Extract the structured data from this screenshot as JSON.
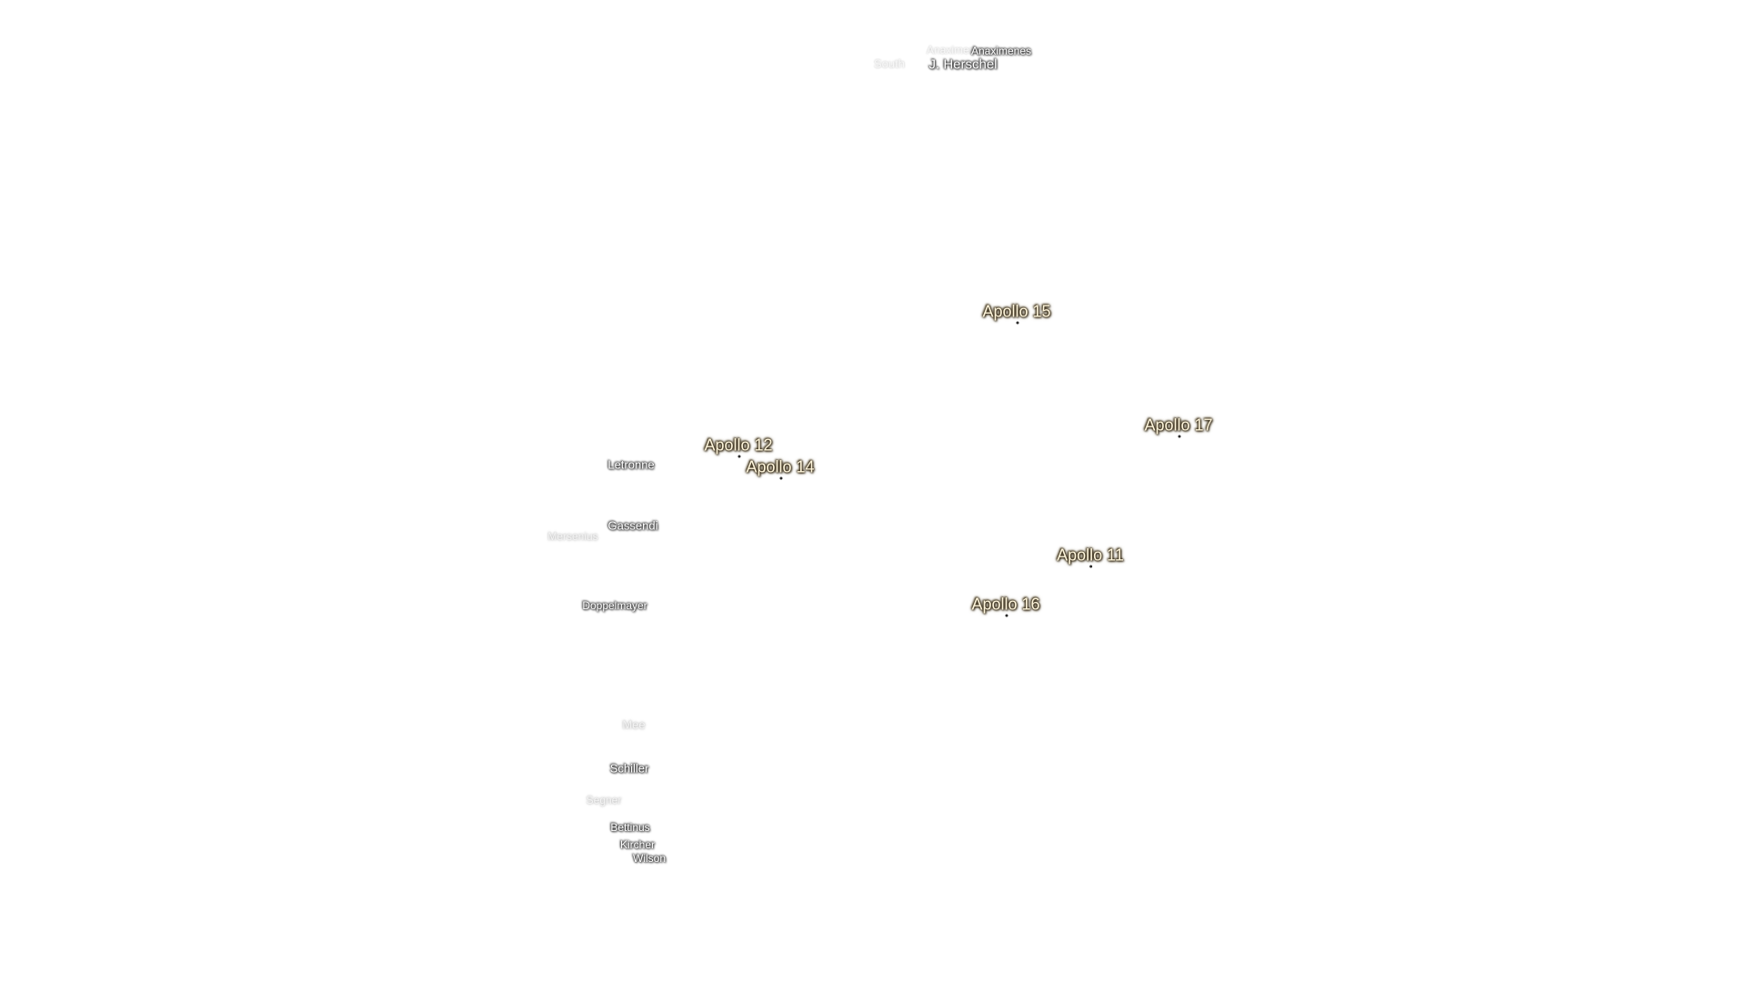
{
  "apollo_sites": [
    {
      "id": "apollo-15",
      "label": "Apollo 15"
    },
    {
      "id": "apollo-17",
      "label": "Apollo 17"
    },
    {
      "id": "apollo-12",
      "label": "Apollo 12"
    },
    {
      "id": "apollo-14",
      "label": "Apollo 14"
    },
    {
      "id": "apollo-11",
      "label": "Apollo 11"
    },
    {
      "id": "apollo-16",
      "label": "Apollo 16"
    }
  ],
  "craters": {
    "south": "South",
    "anaximenes_faint": "Anaximenes",
    "anaximenes": "Anaximenes",
    "j_herschel": "J. Herschel",
    "letronne": "Letronne",
    "gassendi": "Gassendi",
    "mersenius": "Mersenius",
    "doppelmayer": "Doppelmayer",
    "mee": "Mee",
    "schiller": "Schiller",
    "segner": "Segner",
    "bettinus": "Bettinus",
    "kircher": "Kircher",
    "wilson": "Wilson"
  },
  "colors": {
    "background": "#ffffff",
    "site_label_text": "#fff6dc",
    "site_label_halo": "#3a2f1a",
    "crater_label_text": "#ffffff",
    "crater_label_halo": "#444444"
  }
}
